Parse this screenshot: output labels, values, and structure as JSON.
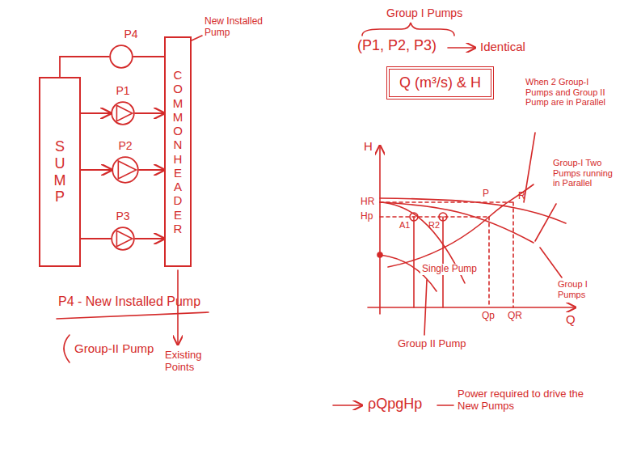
{
  "diagram": {
    "nodes": [
      {
        "text": [
          "SUMP"
        ]
      },
      {
        "text": [
          "P4"
        ]
      },
      {
        "text": [
          "P1"
        ]
      },
      {
        "text": [
          "P2"
        ]
      },
      {
        "text": [
          "P3"
        ]
      },
      {
        "text": [
          "COMMON HEADER"
        ]
      },
      {
        "text": [
          "Q (m³/s) & H"
        ]
      }
    ],
    "edges": [
      {
        "from": 0,
        "to": 1,
        "arrow": "none"
      },
      {
        "from": 1,
        "to": 5,
        "arrow": "none"
      },
      {
        "from": 0,
        "to": 2,
        "arrow": "to"
      },
      {
        "from": 2,
        "to": 5,
        "arrow": "to"
      },
      {
        "from": 0,
        "to": 3,
        "arrow": "to"
      },
      {
        "from": 3,
        "to": 5,
        "arrow": "to"
      },
      {
        "from": 0,
        "to": 4,
        "arrow": "none"
      },
      {
        "from": 4,
        "to": 5,
        "arrow": "to"
      }
    ],
    "labels": [
      "New Installed Pump",
      "P4 - New Installed Pump",
      "Group-II Pump",
      "Existing Points",
      "Group I Pumps",
      "(P1, P2, P3)",
      "Identical",
      "H",
      "Q",
      "HR",
      "Hp",
      "A1",
      "R2",
      "P",
      "R",
      "Qp",
      "QR",
      "When 2 Group-I Pumps and Group II Pump are in Parallel",
      "Group-I Two Pumps running in Parallel",
      "Single Pump",
      "Group I Pumps",
      "Group II Pump",
      "ρQpgHp",
      "Power required to drive the New Pumps"
    ]
  }
}
